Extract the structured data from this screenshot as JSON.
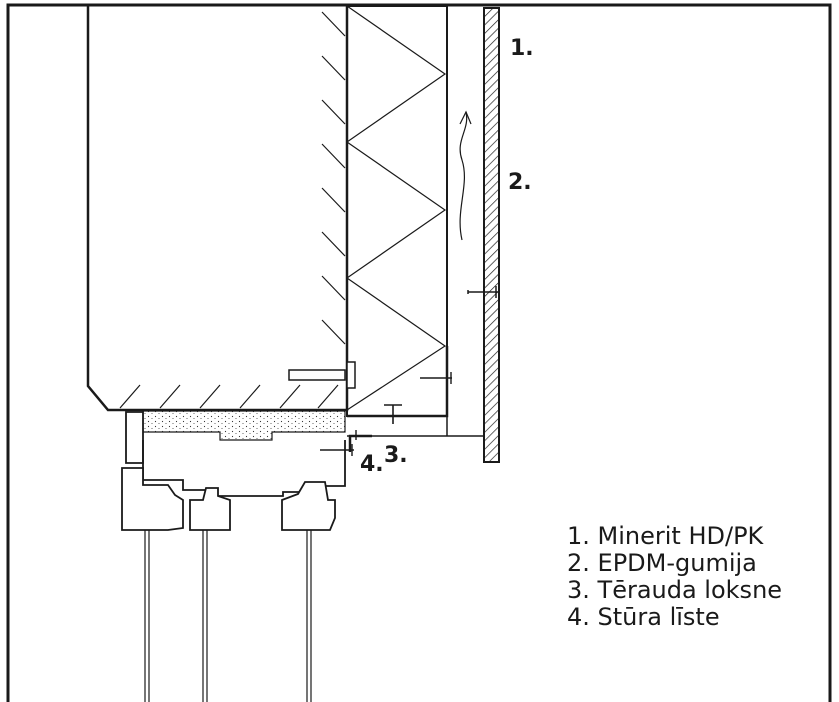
{
  "callouts": {
    "c1": "1.",
    "c2": "2.",
    "c3": "3.",
    "c4": "4."
  },
  "legend": [
    "1. Minerit HD/PK",
    "2. EPDM-gumija",
    "3. Tērauda loksne",
    "4. Stūra līste"
  ]
}
